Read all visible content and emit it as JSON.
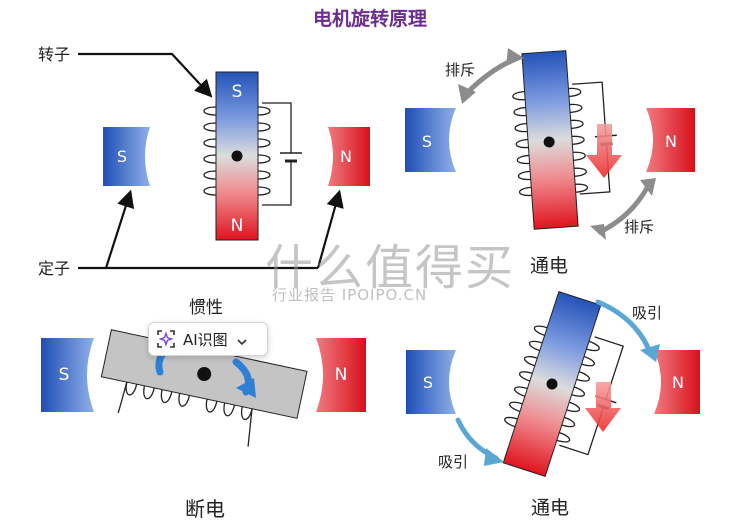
{
  "title": "电机旋转原理",
  "labels": {
    "rotor": "转子",
    "stator": "定子",
    "pole_s": "S",
    "pole_n": "N",
    "repel": "排斥",
    "attract": "吸引",
    "inertia": "惯性",
    "energized": "通电",
    "power_off": "断电"
  },
  "watermark": {
    "main": "什么值得买",
    "sub": "行业报告 IPOIPO.CN"
  },
  "ai_chip": {
    "label": "AI识图"
  },
  "colors": {
    "title": "#6a2c91",
    "south": "#2a55b8",
    "north": "#e0141f",
    "arrow_gray": "#8c8c8c",
    "arrow_blue": "#5aa7d6",
    "force_red": "#ee3333"
  }
}
